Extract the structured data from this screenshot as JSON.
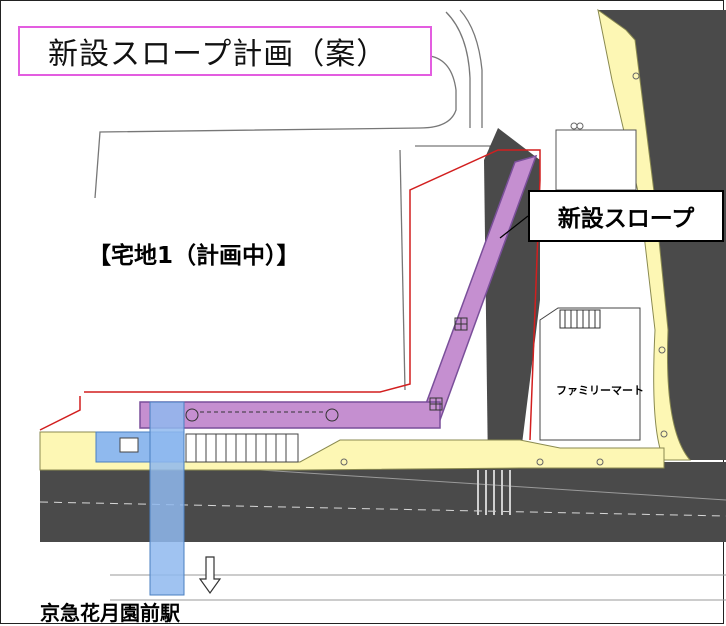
{
  "title": "新設スロープ計画（案）",
  "callout": "新設スロープ",
  "lot_label": "【宅地1（計画中）】",
  "store_label": "ファミリーマート",
  "station_label": "京急花月園前駅",
  "colors": {
    "title_border": "#e35de0",
    "road": "#4a4a4a",
    "sidewalk": "#fdf7b4",
    "slope": "#c58fd0",
    "slope_outline": "#7a4f9a",
    "pedestrian_route": "#8fb9ee",
    "boundary": "#d21f1f"
  },
  "icons": [
    "down-arrow-icon"
  ]
}
